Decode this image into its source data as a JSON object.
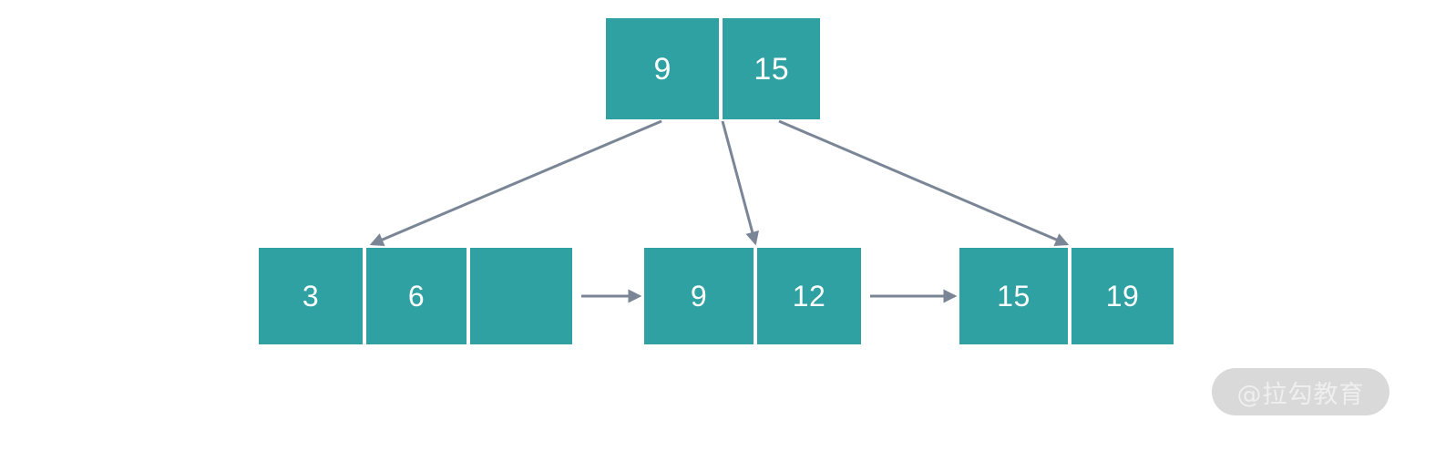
{
  "diagram": {
    "kind": "b-plus-tree",
    "background_color": "#FFFFFF",
    "node_color": "#2FA1A3",
    "node_text_color": "#FFFFFF",
    "connector_color": "#7A8596",
    "root": {
      "label": "root-node",
      "cells": [
        {
          "value": "9"
        },
        {
          "value": "15"
        }
      ]
    },
    "leaves": [
      {
        "label": "leaf-node-1",
        "cells": [
          {
            "value": "3"
          },
          {
            "value": "6"
          },
          {
            "value": ""
          }
        ]
      },
      {
        "label": "leaf-node-2",
        "cells": [
          {
            "value": "9"
          },
          {
            "value": "12"
          }
        ]
      },
      {
        "label": "leaf-node-3",
        "cells": [
          {
            "value": "15"
          },
          {
            "value": "19"
          }
        ]
      }
    ],
    "child_pointers": [
      {
        "name": "root-to-leaf-1",
        "from": "root",
        "to": "leaf-node-1"
      },
      {
        "name": "root-to-leaf-2",
        "from": "root",
        "to": "leaf-node-2"
      },
      {
        "name": "root-to-leaf-3",
        "from": "root",
        "to": "leaf-node-3"
      }
    ],
    "sibling_pointers": [
      {
        "name": "leaf-1-to-leaf-2",
        "from": "leaf-node-1",
        "to": "leaf-node-2"
      },
      {
        "name": "leaf-2-to-leaf-3",
        "from": "leaf-node-2",
        "to": "leaf-node-3"
      }
    ]
  },
  "watermark": {
    "text": "@拉勾教育",
    "pill_color": "#D9D9D9",
    "text_color": "#EFEFEF"
  }
}
